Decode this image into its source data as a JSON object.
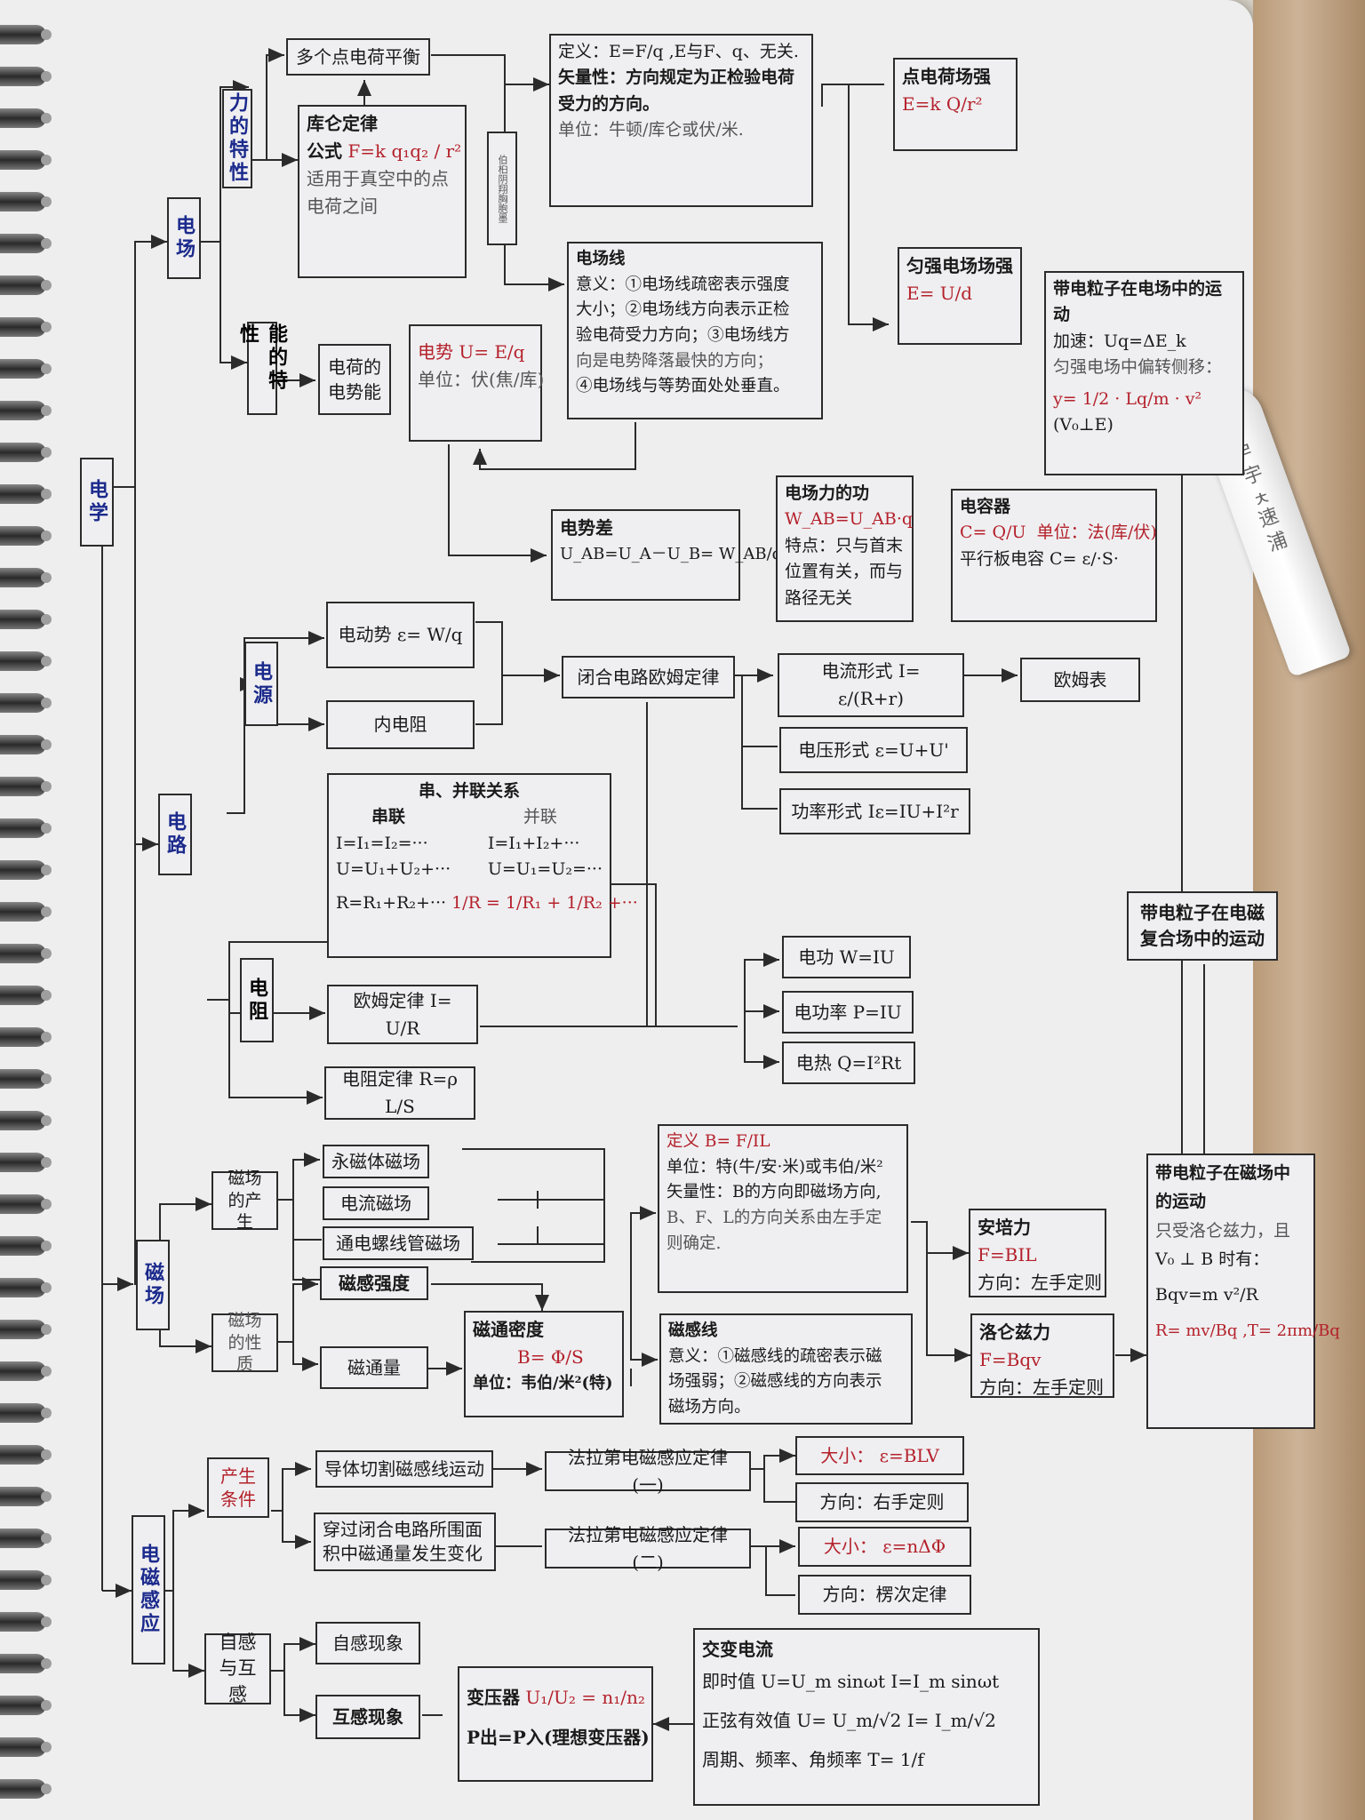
{
  "pen_text": "ㄹ 宇 ㅊ速 浦",
  "colors": {
    "ink": "#2b2b2b",
    "formula_red": "#b4212b",
    "category_blue": "#1b2a8c",
    "paper": "#eeeeef"
  },
  "categories": {
    "electricity": "电学",
    "electric_field": "电场",
    "circuit": "电路",
    "magnetic_field": "磁场",
    "induction": "电磁感应",
    "force_property": "力的特性",
    "energy_property": "能的特性",
    "power_source": "电源",
    "resistance": "电阻",
    "field_generation": "磁场的产生",
    "field_property": "磁场的性质",
    "generation_condition": "产生条件",
    "self_mutual": "自感与互感",
    "vertical_note": "伯桕阴翔胸胞墨"
  },
  "boxes": {
    "multi_charge_balance": "多个点电荷平衡",
    "coulomb": {
      "title": "库仑定律",
      "formula_label": "公式",
      "formula": "F=k q₁q₂ / r²",
      "note": "适用于真空中的点电荷之间"
    },
    "field_def": {
      "line1": "定义：E=F/q ,E与F、q、无关.",
      "line2": "矢量性：方向规定为正检验电荷受力的方向。",
      "line3": "单位：牛顿/库仑或伏/米."
    },
    "point_field": {
      "title": "点电荷场强",
      "formula": "E=k Q/r²"
    },
    "uniform_field": {
      "title": "匀强电场场强",
      "formula": "E= U/d"
    },
    "field_lines": {
      "title": "电场线",
      "l1": "意义：①电场线疏密表示强度",
      "l2": "大小；②电场线方向表示正检",
      "l3": "验电荷受力方向；③电场线方",
      "l4": "向是电势降落最快的方向；",
      "l5": "④电场线与等势面处处垂直。"
    },
    "potential_energy": "电荷的电势能",
    "potential": {
      "formula": "电势 U= E/q",
      "unit": "单位：伏(焦/库)"
    },
    "potential_diff": {
      "title": "电势差",
      "formula": "U_AB=U_A－U_B= W_AB/q"
    },
    "field_work": {
      "title": "电场力的功",
      "formula": "W_AB=U_AB·q",
      "note": "特点：只与首末位置有关，而与路径无关"
    },
    "capacitor": {
      "title": "电容器",
      "formula": "C= Q/U",
      "unit": "单位：法(库/伏)",
      "plate": "平行板电容 C= ε/·S·"
    },
    "charged_particle_field": {
      "title": "带电粒子在电场中的运动",
      "accel": "加速：Uq=ΔE_k",
      "deflect": "匀强电场中偏转侧移：",
      "formula": "y= 1/2 · Lq/m · v²",
      "cond": "(V₀⊥E)"
    },
    "emf": "电动势 ε= W/q",
    "internal_r": "内电阻",
    "closed_ohm": "闭合电路欧姆定律",
    "current_form": "电流形式 I= ε/(R+r)",
    "ohmmeter": "欧姆表",
    "voltage_form": "电压形式  ε=U+U'",
    "power_form": "功率形式 Iε=IU+I²r",
    "series_parallel": {
      "title": "串、并联关系",
      "series": "串联",
      "parallel": "并联",
      "s1": "I=I₁=I₂=···",
      "s2": "U=U₁+U₂+···",
      "s3": "R=R₁+R₂+···",
      "p1": "I=I₁+I₂+···",
      "p2": "U=U₁=U₂=···",
      "p3": "1/R = 1/R₁ + 1/R₂ +···"
    },
    "ohm_law": "欧姆定律 I= U/R",
    "resistance_law": "电阻定律 R=ρ L/S",
    "work": "电功   W=IU",
    "power": "电功率  P=IU",
    "heat": "电热   Q=I²Rt",
    "compound_field": "带电粒子在电磁复合场中的运动",
    "magnet_field": "永磁体磁场",
    "current_field": "电流磁场",
    "solenoid_field": "通电螺线管磁场",
    "mag_induction": "磁感强度",
    "flux": "磁通量",
    "flux_density": {
      "title": "磁通密度",
      "formula": "B= Φ/S",
      "unit": "单位：韦伯/米²(特)"
    },
    "b_def": {
      "l1": "定义  B= F/IL",
      "l2": "单位：特(牛/安·米)或韦伯/米²",
      "l3": "矢量性：B的方向即磁场方向,",
      "l4": "B、F、L的方向关系由左手定",
      "l5": "则确定."
    },
    "mag_lines": {
      "title": "磁感线",
      "l1": "意义：①磁感线的疏密表示磁",
      "l2": "场强弱；②磁感线的方向表示",
      "l3": "磁场方向。"
    },
    "ampere": {
      "title": "安培力",
      "formula": "F=BIL",
      "dir": "方向：左手定则"
    },
    "lorentz": {
      "title": "洛仑兹力",
      "formula": "F=Bqv",
      "dir": "方向：左手定则"
    },
    "particle_mag": {
      "title": "带电粒子在磁场中的运动",
      "l1": "只受洛仑兹力，且",
      "l2": "V₀ ⊥ B 时有：",
      "l3": "Bqv=m v²/R",
      "l4": "R= mv/Bq ,T= 2πm/Bq"
    },
    "cutting": "导体切割磁感线运动",
    "faraday1": "法拉第电磁感应定律(一)",
    "size1": "大小：  ε=BLV",
    "dir1": "方向：右手定则",
    "flux_change": "穿过闭合电路所围面积中磁通量发生变化",
    "faraday2": "法拉第电磁感应定律(二)",
    "size2": "大小：  ε=nΔΦ",
    "dir2": "方向：楞次定律",
    "self_induction": "自感现象",
    "mutual_induction": "互感现象",
    "transformer": {
      "title": "变压器",
      "formula": "U₁/U₂ = n₁/n₂",
      "power": "P出=P入(理想变压器)"
    },
    "ac": {
      "title": "交变电流",
      "l1": "即时值  U=U_m sinωt   I=I_m sinωt",
      "l2": "正弦有效值  U= U_m/√2    I= I_m/√2",
      "l3": "周期、频率、角频率  T= 1/f"
    }
  }
}
